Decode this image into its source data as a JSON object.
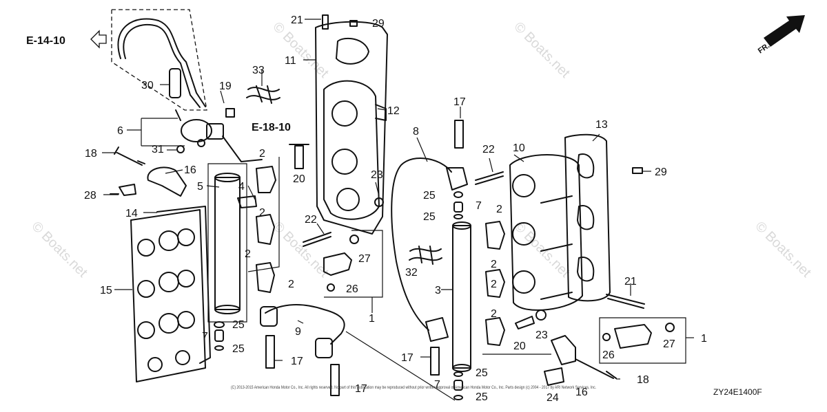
{
  "diagram": {
    "refs": {
      "ref_left": "E-14-10",
      "ref_mid": "E-18-10"
    },
    "fr_label": "FR.",
    "watermark": "© Boats.net",
    "drawing_code": "ZY24E1400F",
    "copyright": "(C) 2013-2015 American Honda Motor Co., Inc. All rights reserved. No part of this publication may be reproduced without prior written approval of American Honda Motor Co., Inc. Parts design (c) 2004 - 2017 by ARI Network Services, Inc.",
    "callouts": {
      "c1a": "1",
      "c1b": "1",
      "c2a": "2",
      "c2b": "2",
      "c2c": "2",
      "c2d": "2",
      "c2e": "2",
      "c2f": "2",
      "c3": "3",
      "c4": "4",
      "c5": "5",
      "c6": "6",
      "c7a": "7",
      "c7b": "7",
      "c7c": "7",
      "c8": "8",
      "c9": "9",
      "c10": "10",
      "c11": "11",
      "c12": "12",
      "c13": "13",
      "c14": "14",
      "c15": "15",
      "c16a": "16",
      "c16b": "16",
      "c17a": "17",
      "c17b": "17",
      "c17c": "17",
      "c17d": "17",
      "c18a": "18",
      "c18b": "18",
      "c19": "19",
      "c20a": "20",
      "c20b": "20",
      "c21a": "21",
      "c21b": "21",
      "c22a": "22",
      "c22b": "22",
      "c23a": "23",
      "c23b": "23",
      "c24": "24",
      "c25a": "25",
      "c25b": "25",
      "c25c": "25",
      "c25d": "25",
      "c25e": "25",
      "c25f": "25",
      "c26a": "26",
      "c26b": "26",
      "c27a": "27",
      "c27b": "27",
      "c28": "28",
      "c29a": "29",
      "c29b": "29",
      "c30": "30",
      "c31": "31",
      "c32": "32",
      "c33": "33"
    }
  }
}
